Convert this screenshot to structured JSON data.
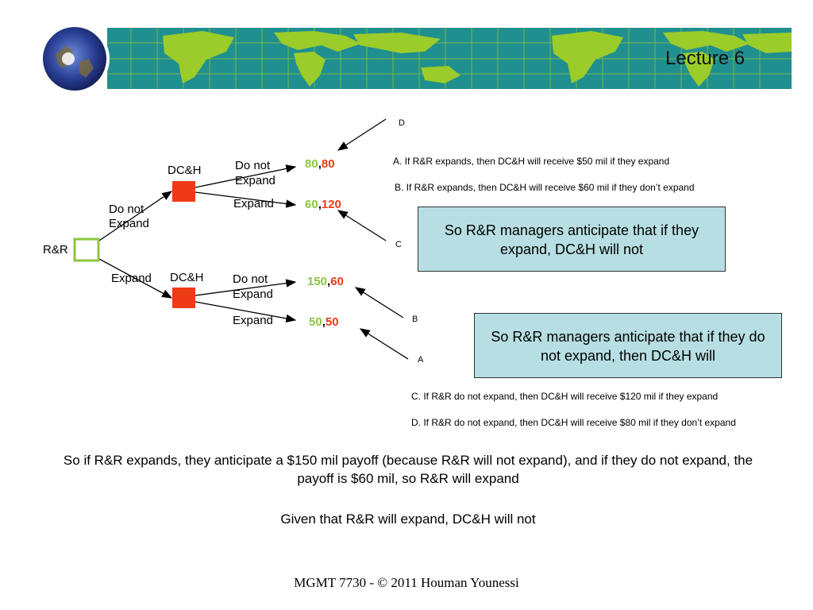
{
  "header": {
    "lecture_title": "Lecture 6"
  },
  "tree": {
    "root_label": "R&R",
    "upper_node_label": "DC&H",
    "lower_node_label": "DC&H",
    "root_branch_upper": "Do not\nExpand",
    "root_branch_lower": "Expand",
    "upper_branch_top": "Do not\nExpand",
    "upper_branch_bottom": "Expand",
    "lower_branch_top": "Do not\nExpand",
    "lower_branch_bottom": "Expand",
    "payoffs": [
      {
        "first": "80",
        "sep": ",",
        "second": "80"
      },
      {
        "first": "60",
        "sep": ",",
        "second": "120"
      },
      {
        "first": "150",
        "sep": ",",
        "second": "60"
      },
      {
        "first": "50",
        "sep": ",",
        "second": "50"
      }
    ],
    "pointer_labels": {
      "d": "D",
      "c": "C",
      "b": "B",
      "a": "A"
    }
  },
  "notes": {
    "a": "A. If R&R expands, then DC&H will receive  $50 mil if they expand",
    "b": "B. If R&R expands, then DC&H will receive  $60 mil if they don’t expand",
    "c": "C. If R&R do not expand, then DC&H will receive  $120 mil if they expand",
    "d": "D. If R&R do not expand, then DC&H will receive  $80 mil if they don’t expand"
  },
  "callouts": {
    "box1": "So R&R managers anticipate that if they expand, DC&H will not",
    "box2": "So R&R managers anticipate that if they do not expand, then DC&H will"
  },
  "conclusion": {
    "line1": "So if R&R expands, they anticipate a $150 mil payoff (because R&R will not expand), and if they do not expand, the payoff is $60 mil, so R&R will expand",
    "line2": "Given that R&R will expand, DC&H will not"
  },
  "footer": {
    "text": "MGMT 7730 - © 2011 Houman Younessi"
  },
  "colors": {
    "banner": "#1f8f8f",
    "land": "#9ccc2a",
    "root_node": "#8cc63f",
    "decision_node": "#ee3b17",
    "callout_fill": "#b7dfe3"
  }
}
